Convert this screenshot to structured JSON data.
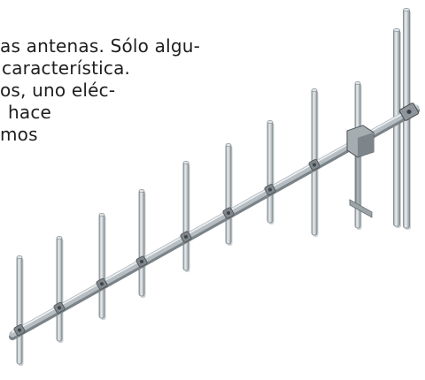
{
  "text": {
    "lines": [
      "as antenas. Sólo algu-",
      "característica.",
      "os, uno eléc-",
      "hace",
      "mos"
    ]
  },
  "illustration": {
    "subject": "yagi-antenna",
    "element_color": "#c9cfd3",
    "element_shadow": "#8f989e",
    "boom_color": "#b7bec3",
    "clamp_color": "#7f878c",
    "bracket_color": "#a7adb1"
  }
}
